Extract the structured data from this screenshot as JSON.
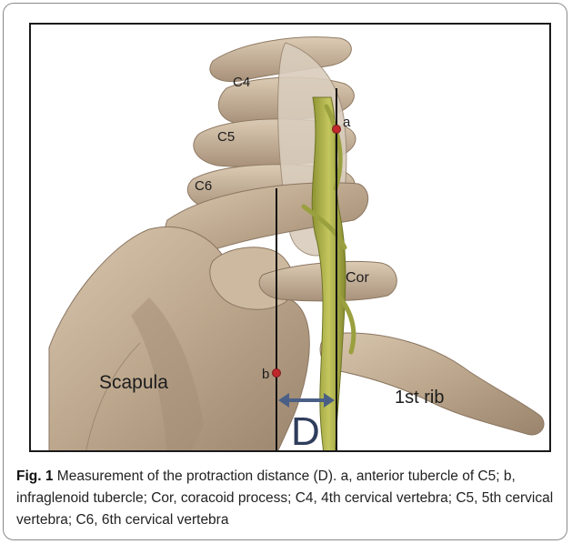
{
  "figure": {
    "label": "Fig. 1",
    "caption_text": " Measurement of the protraction distance (D). a, anterior tubercle of C5; b, infraglenoid tubercle; Cor, coracoid process; C4, 4th cervical vertebra; C5, 5th cervical vertebra; C6, 6th cervical vertebra"
  },
  "labels": {
    "c4": "C4",
    "c5": "C5",
    "c6": "C6",
    "point_a": "a",
    "point_b": "b",
    "cor": "Cor",
    "scapula": "Scapula",
    "first_rib": "1st rib",
    "distance": "D"
  },
  "colors": {
    "bone": "#c7b299",
    "bone_shade": "#a38d76",
    "nerve": "#a8ad45",
    "marker": "#c0282b",
    "arrow": "#4a5f85"
  }
}
